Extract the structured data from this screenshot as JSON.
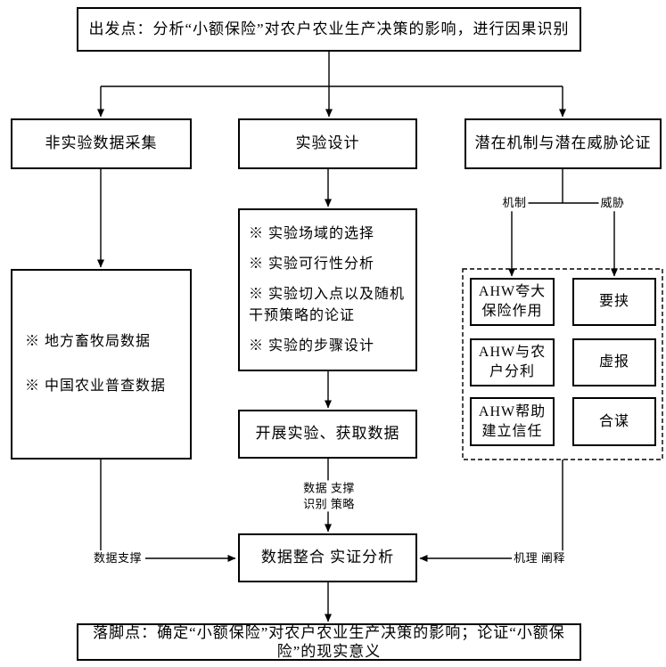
{
  "colors": {
    "line": "#000000",
    "background": "#ffffff"
  },
  "diagram": {
    "start": "出发点：分析“小额保险”对农户农业生产决策的影响，进行因果识别",
    "branch_non_experimental": "非实验数据采集",
    "branch_experiment_design": "实验设计",
    "branch_mechanism_threat": "潜在机制与潜在威胁论证",
    "data_sources": [
      "※ 地方畜牧局数据",
      "※ 中国农业普查数据"
    ],
    "design_steps": [
      "※ 实验场域的选择",
      "※ 实验可行性分析",
      "※ 实验切入点以及随机\n干预策略的论证",
      "※ 实验的步骤设计"
    ],
    "conduct": "开展实验、获取数据",
    "integration": "数据整合 实证分析",
    "end": "落脚点：确定“小额保险”对农户农业生产决策的影响；论证“小额保\n险”的现实意义",
    "mechanisms": [
      "AHW夸大\n保险作用",
      "AHW与农\n户分利",
      "AHW帮助\n建立信任"
    ],
    "threats": [
      "要挟",
      "虚报",
      "合谋"
    ],
    "edge_labels": {
      "mechanism": "机制",
      "threat": "威胁",
      "mid": "数据 支撑\n识别 策略",
      "data_support": "数据支撑",
      "mechanism_explanation": "机理 阐释"
    }
  }
}
